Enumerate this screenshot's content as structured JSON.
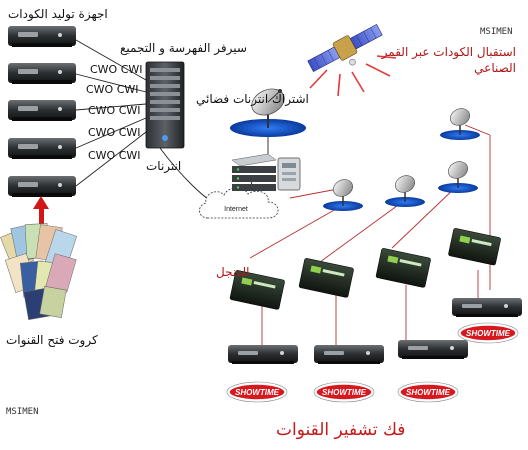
{
  "labels": {
    "code_generators": "اجهزة  توليد الكودات",
    "server": "سيرفر الفهرسة و التجميع",
    "internet_ar": "انترنات",
    "internet_cloud": "Internet",
    "sat_subscription": "اشتراك انترنات فضائي",
    "sat_reception": "استقبال الكودات عبر القمر الصناعي",
    "dongle": "الدنجل",
    "cards": "كروت فتح القنوات",
    "decrypt": "فك تشفير القنوات",
    "watermark": "MSIMEN"
  },
  "cwo_labels": [
    "CWO CWI",
    "CWO CWI",
    "CWO CWI",
    "CWO CWI",
    "CWO CWI"
  ],
  "brand_label": "SHOWTIME",
  "colors": {
    "red_text": "#b01515",
    "red_title": "#c41a1a",
    "dish_base": "#1a5fd6",
    "dongle_body": "#1e2a1e",
    "logo_red": "#d7191f"
  }
}
